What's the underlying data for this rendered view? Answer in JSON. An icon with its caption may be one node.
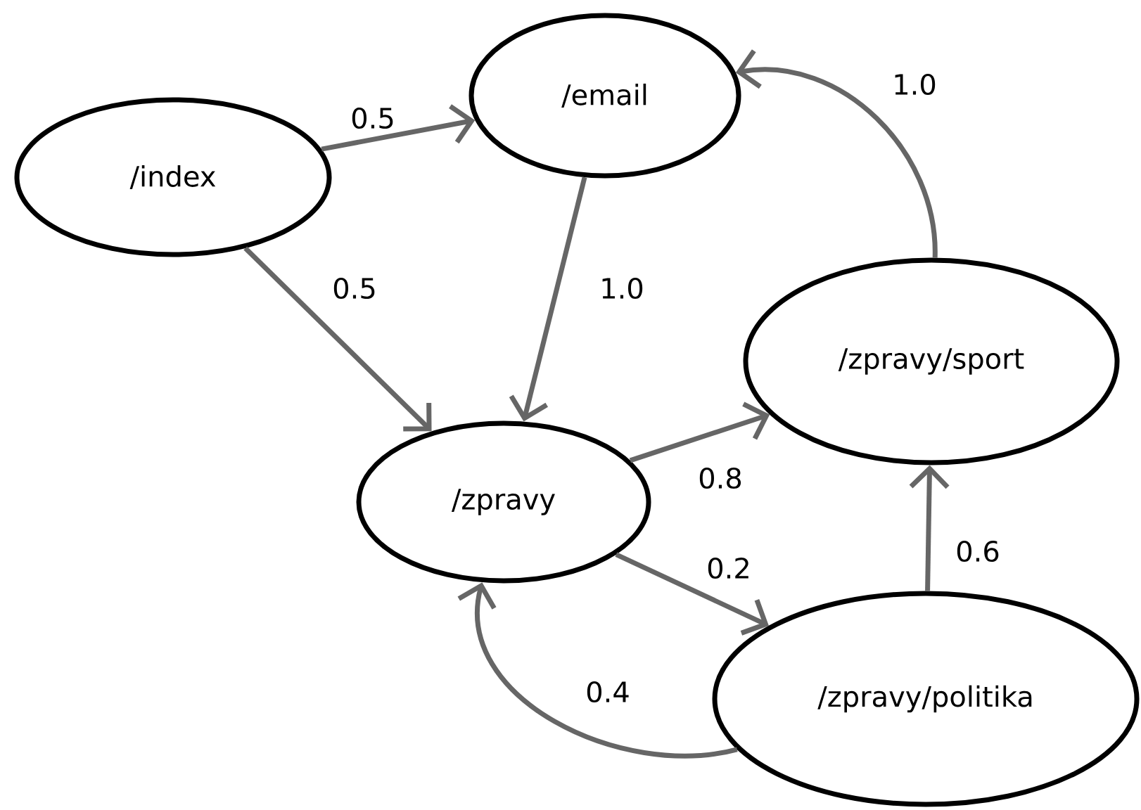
{
  "diagram": {
    "nodes": [
      {
        "text": [
          "/index"
        ]
      },
      {
        "text": [
          "/email"
        ]
      },
      {
        "text": [
          "/zpravy"
        ]
      },
      {
        "text": [
          "/zpravy/sport"
        ]
      },
      {
        "text": [
          "/zpravy/politika"
        ]
      }
    ],
    "edges": [
      {
        "from": 0,
        "to": 1,
        "arrow": "to",
        "label": "0.5"
      },
      {
        "from": 0,
        "to": 2,
        "arrow": "to",
        "label": "0.5"
      },
      {
        "from": 1,
        "to": 2,
        "arrow": "to",
        "label": "1.0"
      },
      {
        "from": 2,
        "to": 3,
        "arrow": "to",
        "label": "0.8"
      },
      {
        "from": 2,
        "to": 4,
        "arrow": "to",
        "label": "0.2"
      },
      {
        "from": 4,
        "to": 3,
        "arrow": "to",
        "label": "0.6"
      },
      {
        "from": 3,
        "to": 1,
        "arrow": "to",
        "label": "1.0"
      },
      {
        "from": 4,
        "to": 2,
        "arrow": "to",
        "label": "0.4"
      }
    ]
  }
}
